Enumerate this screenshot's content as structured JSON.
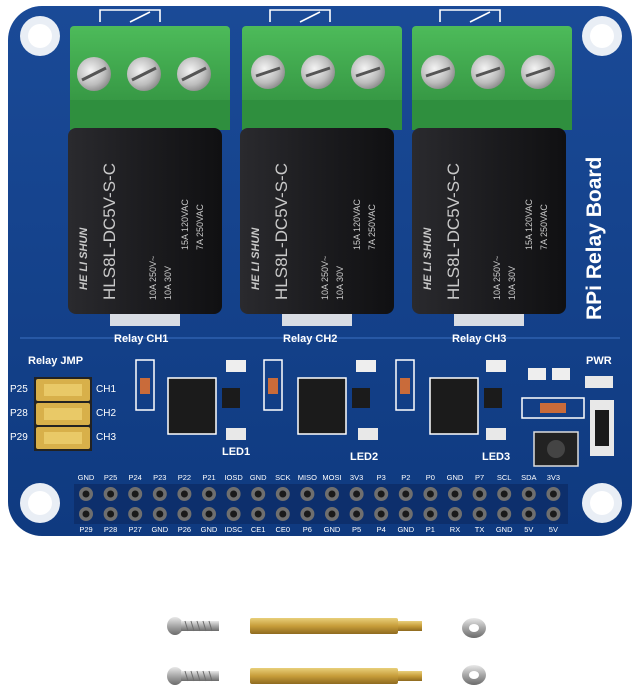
{
  "board": {
    "title": "RPi Relay Board",
    "jumper_label": "Relay JMP",
    "pwr_label": "PWR",
    "jumper_pins": [
      "P25",
      "P28",
      "P29"
    ],
    "jumper_channels": [
      "CH1",
      "CH2",
      "CH3"
    ],
    "colors": {
      "pcb": "#123f88",
      "terminal": "#3aa04a",
      "relay": "#1f1f22",
      "header": "#c9a33d"
    }
  },
  "relays": [
    {
      "label": "Relay CH1",
      "led": "LED1",
      "model": "HLS8L-DC5V-S-C",
      "brand": "HE LI SHUN",
      "rating_1": "15A 120VAC",
      "rating_2": "7A 250VAC",
      "rating_3": "10A 250V~",
      "rating_4": "10A 30V"
    },
    {
      "label": "Relay CH2",
      "led": "LED2",
      "model": "HLS8L-DC5V-S-C",
      "brand": "HE LI SHUN",
      "rating_1": "15A 120VAC",
      "rating_2": "7A 250VAC",
      "rating_3": "10A 250V~",
      "rating_4": "10A 30V"
    },
    {
      "label": "Relay CH3",
      "led": "LED3",
      "model": "HLS8L-DC5V-S-C",
      "brand": "HE LI SHUN",
      "rating_1": "15A 120VAC",
      "rating_2": "7A 250VAC",
      "rating_3": "10A 250V~",
      "rating_4": "10A 30V"
    }
  ],
  "header_top": [
    "GND",
    "P25",
    "P24",
    "P23",
    "P22",
    "P21",
    "IOSD",
    "GND",
    "SCK",
    "MISO",
    "MOSI",
    "3V3",
    "P3",
    "P2",
    "P0",
    "GND",
    "P7",
    "SCL",
    "SDA",
    "3V3"
  ],
  "header_bottom": [
    "P29",
    "P28",
    "P27",
    "GND",
    "P26",
    "GND",
    "IDSC",
    "CE1",
    "CE0",
    "P6",
    "GND",
    "P5",
    "P4",
    "GND",
    "P1",
    "RX",
    "TX",
    "GND",
    "5V",
    "5V"
  ]
}
